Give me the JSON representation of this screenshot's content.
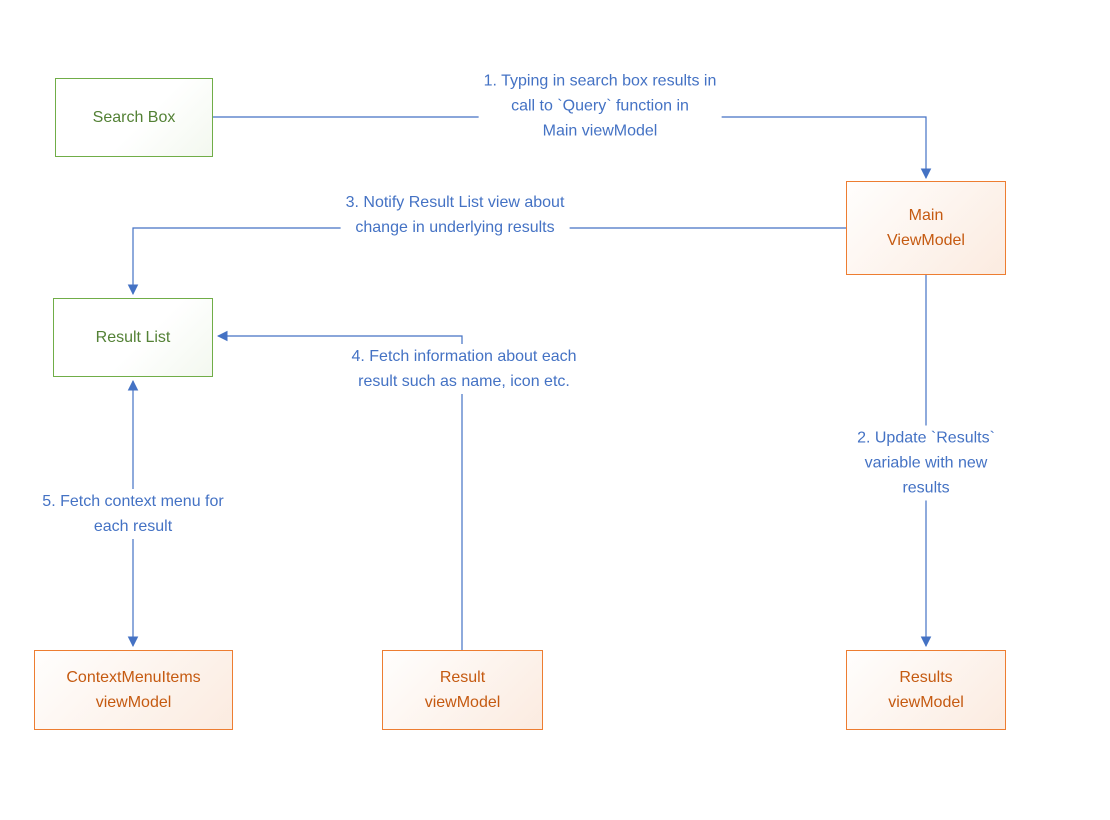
{
  "nodes": {
    "search_box": {
      "label": "Search Box"
    },
    "main_viewmodel": {
      "label": "Main\nViewModel"
    },
    "result_list": {
      "label": "Result List"
    },
    "contextmenuitems_viewmodel": {
      "label": "ContextMenuItems\nviewModel"
    },
    "result_viewmodel": {
      "label": "Result\nviewModel"
    },
    "results_viewmodel": {
      "label": "Results\nviewModel"
    }
  },
  "edges": {
    "e1": {
      "label": "1. Typing in search box results in\ncall to `Query` function in\nMain viewModel"
    },
    "e2": {
      "label": "2. Update `Results` variable with new\nresults"
    },
    "e3": {
      "label": "3. Notify Result List view about\nchange in underlying results"
    },
    "e4": {
      "label": "4. Fetch information about each\nresult such as name, icon etc."
    },
    "e5": {
      "label": "5. Fetch context menu for\neach result"
    }
  },
  "colors": {
    "view_border": "#70AD47",
    "view_text": "#538135",
    "viewmodel_border": "#ED7D31",
    "viewmodel_text": "#C55A11",
    "connector": "#4472C4",
    "label_text": "#4472C4",
    "background": "#FFFFFF"
  }
}
